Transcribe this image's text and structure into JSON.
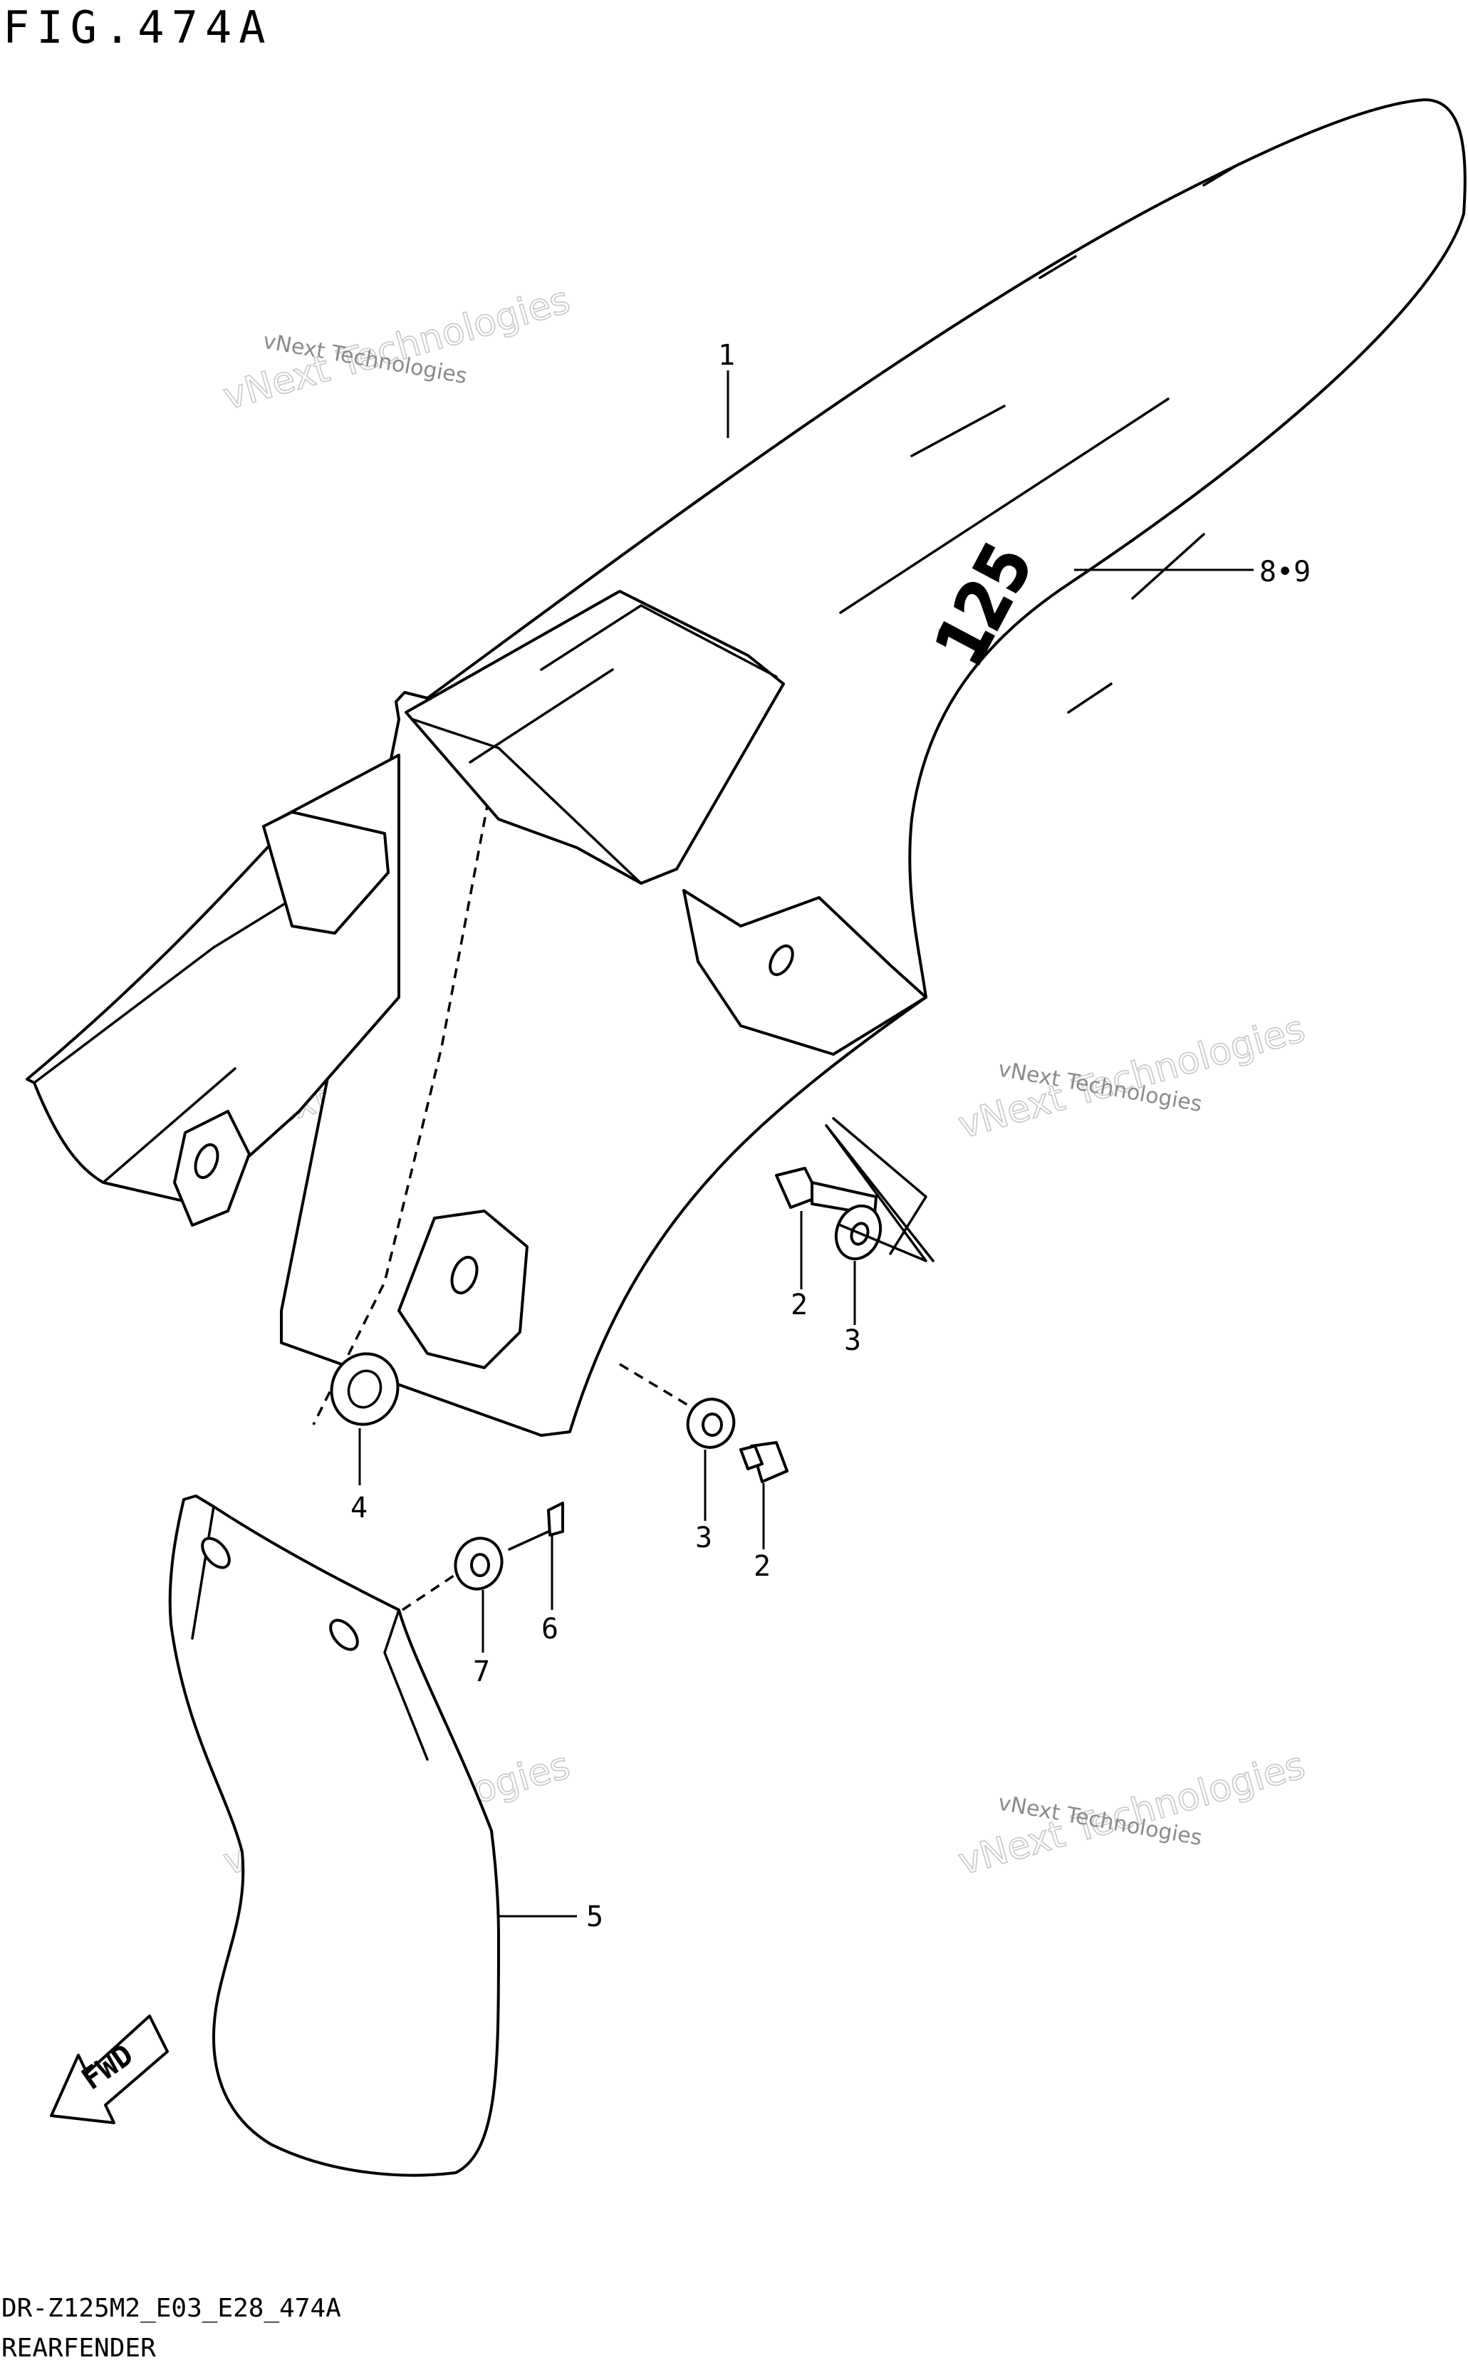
{
  "header": {
    "title": "FIG.474A"
  },
  "callouts": [
    {
      "id": "1",
      "label": "1"
    },
    {
      "id": "8-9",
      "label": "8•9"
    },
    {
      "id": "2a",
      "label": "2"
    },
    {
      "id": "3a",
      "label": "3"
    },
    {
      "id": "4",
      "label": "4"
    },
    {
      "id": "3b",
      "label": "3"
    },
    {
      "id": "2b",
      "label": "2"
    },
    {
      "id": "6",
      "label": "6"
    },
    {
      "id": "7",
      "label": "7"
    },
    {
      "id": "5",
      "label": "5"
    }
  ],
  "fender_decal": {
    "text": "125"
  },
  "fwd_badge": {
    "text": "FWD"
  },
  "watermark": {
    "line1": "vNext Technologies",
    "line2": "vNext Technologies"
  },
  "footer": {
    "model_code": "DR-Z125M2_E03_E28_474A",
    "caption": "REARFENDER"
  }
}
